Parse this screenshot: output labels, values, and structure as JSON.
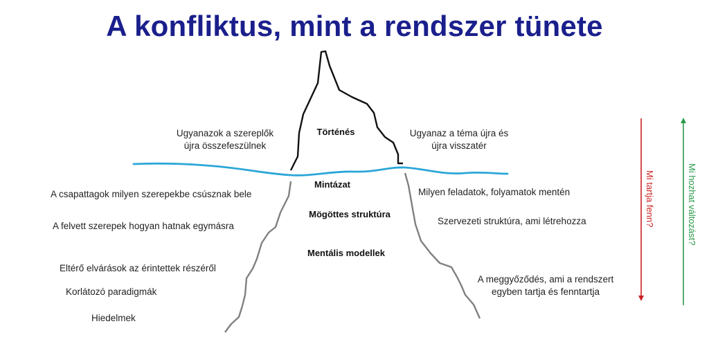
{
  "title": "A konfliktus, mint a rendszer tünete",
  "iceberg": {
    "top_label": "Történés",
    "levels": [
      "Mintázat",
      "Mögöttes struktúra",
      "Mentális modellek"
    ]
  },
  "above_left": [
    "Ugyanazok a szereplők",
    "újra összefeszülnek"
  ],
  "above_right": [
    "Ugyanaz a téma újra és",
    "újra visszatér"
  ],
  "left_items": [
    "A csapattagok milyen szerepekbe csúsznak bele",
    "A felvett szerepek hogyan hatnak egymásra",
    "Eltérő elvárások az érintettek részéről",
    "Korlátozó paradigmák",
    "Hiedelmek"
  ],
  "right_items": [
    "Milyen feladatok, folyamatok mentén",
    "Szervezeti struktúra, ami létrehozza",
    "A meggyőződés, ami a rendszert",
    "egyben tartja és fenntartja"
  ],
  "arrows": {
    "down_label": "Mi tartja fenn?",
    "up_label": "Mi hozhat változást?"
  },
  "colors": {
    "title": "#1a1f8c",
    "water": "#2aa6d8",
    "iceberg_top": "#111111",
    "iceberg_under": "#808080",
    "arrow_down": "#cc2222",
    "arrow_up": "#2a9a4a"
  }
}
